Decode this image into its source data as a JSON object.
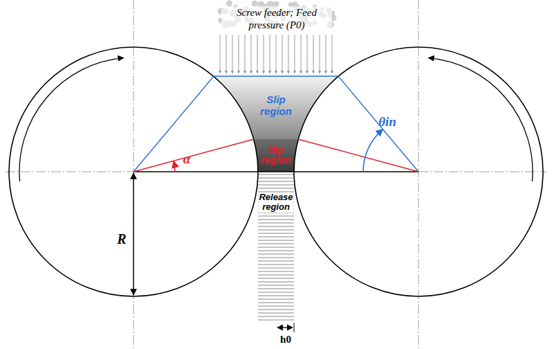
{
  "diagram": {
    "nodes": [
      {
        "text": [
          "Slip region"
        ]
      },
      {
        "text": [
          "Nip region"
        ]
      },
      {
        "text": [
          "Release region"
        ]
      }
    ],
    "labels": [
      "Screw feeder; Feed pressure (P0)",
      "θin",
      "α",
      "R",
      "h0"
    ]
  }
}
